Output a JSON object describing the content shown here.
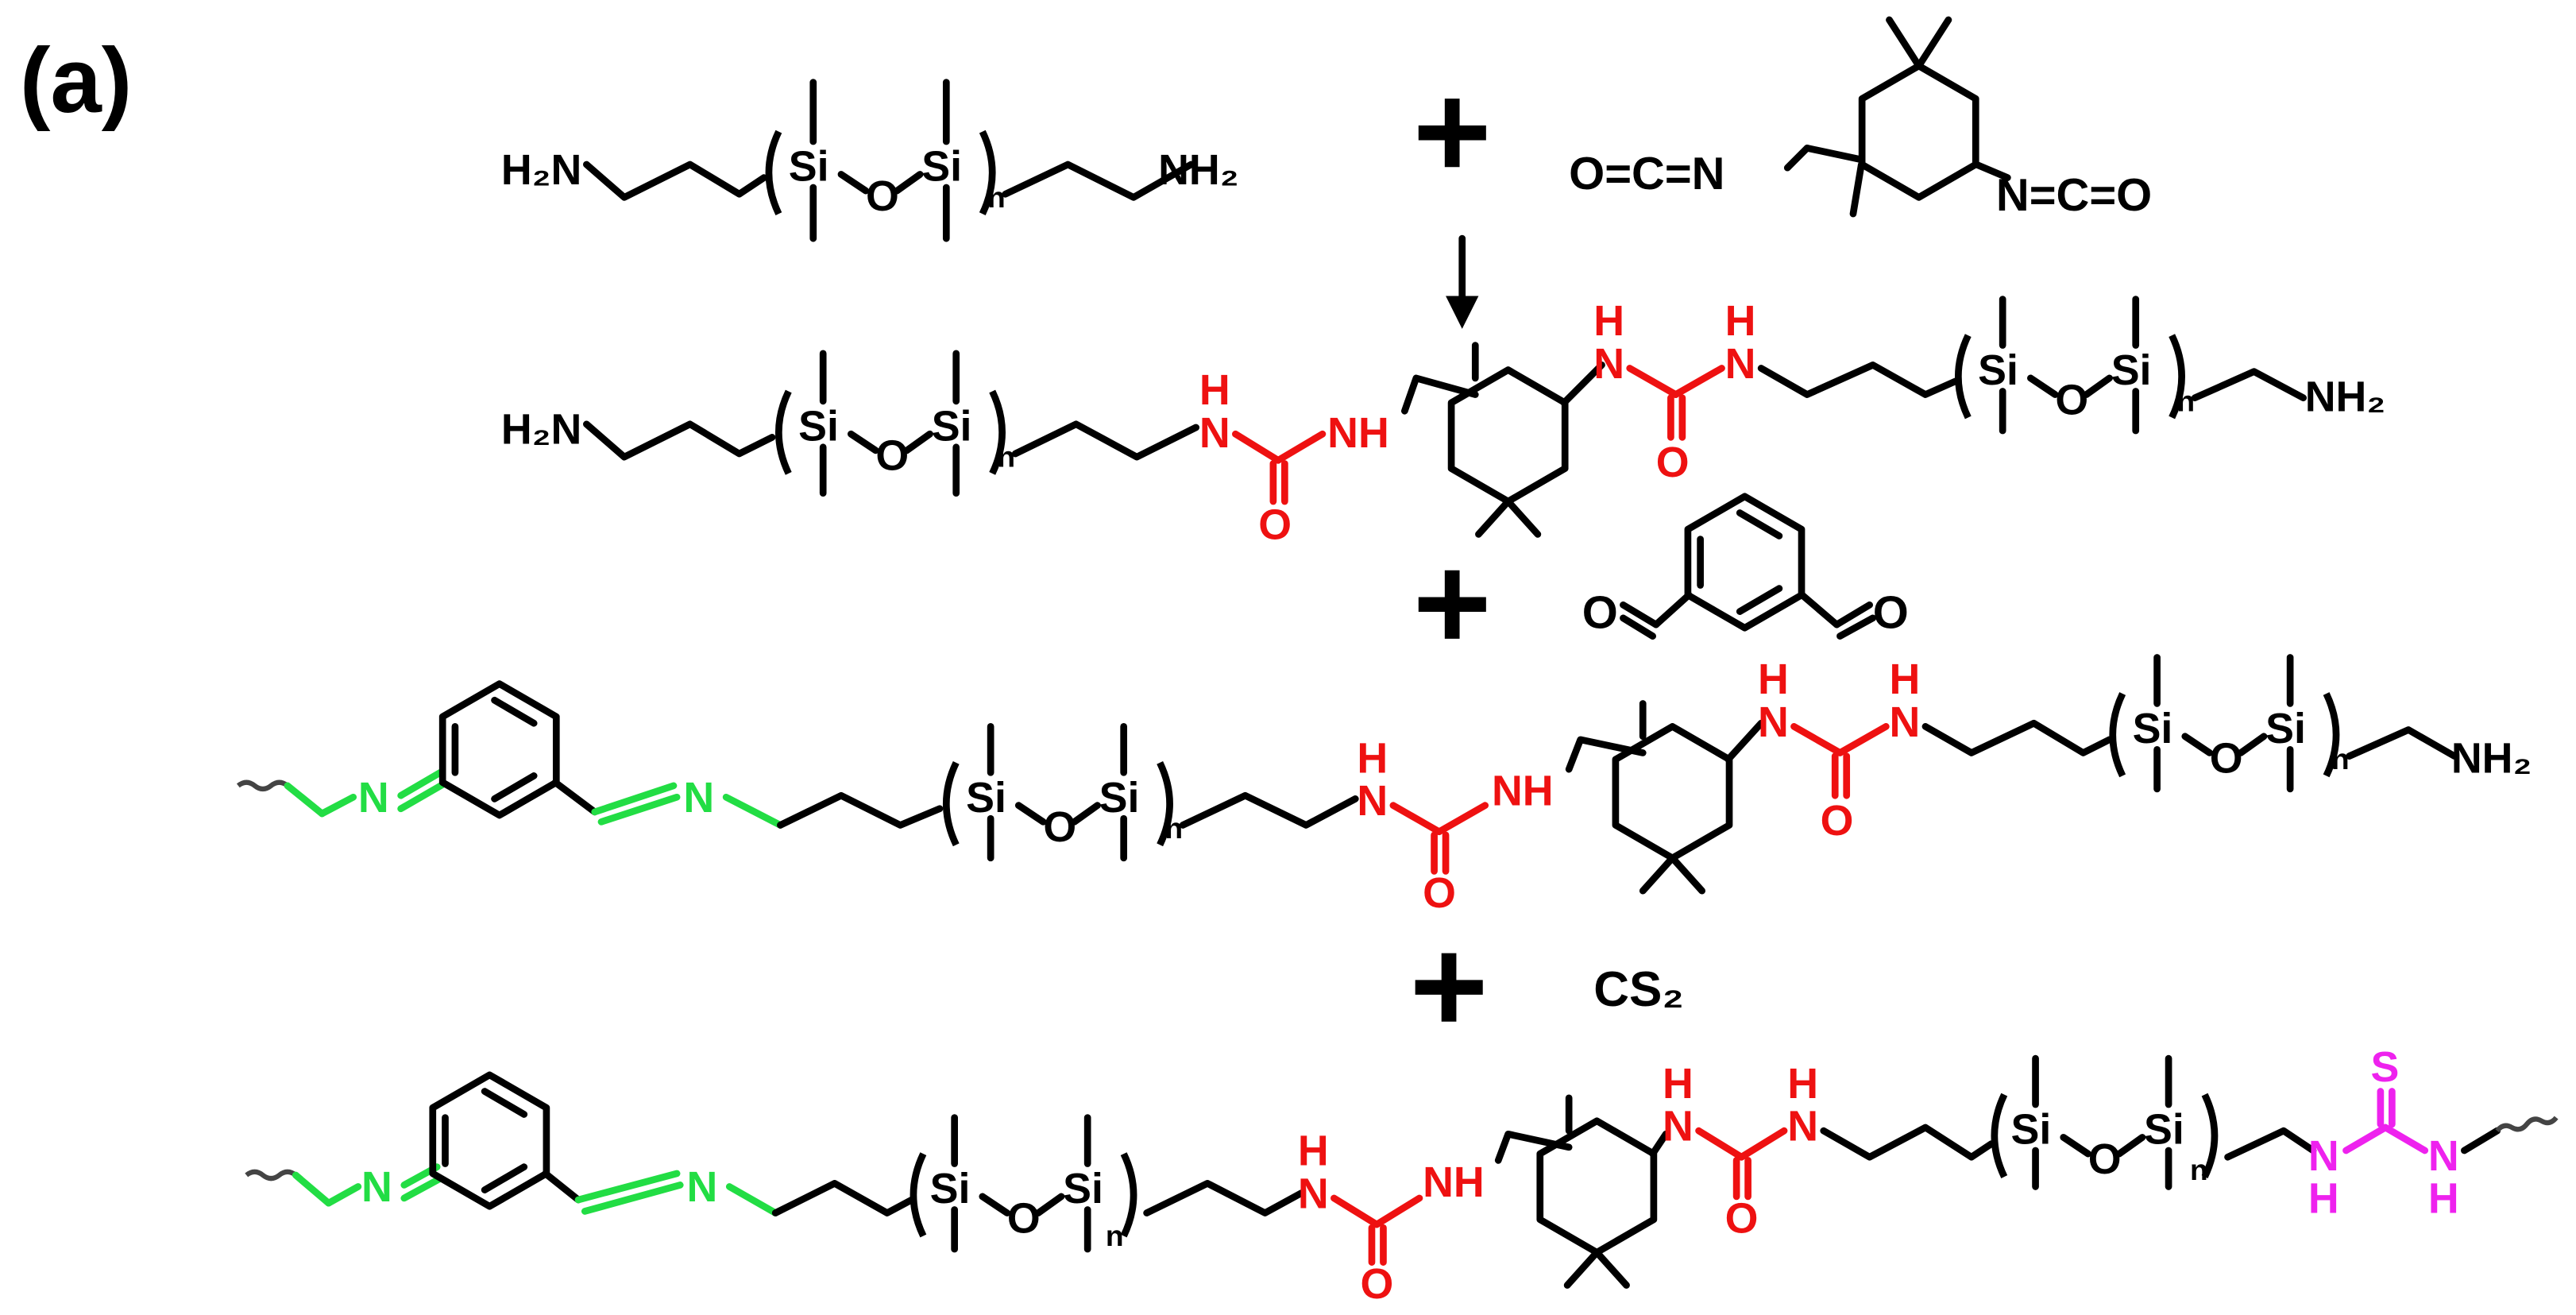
{
  "panel_label": "(a)",
  "colors": {
    "bond": "#000000",
    "urea": "#ee1111",
    "imine": "#22dd44",
    "thiourea": "#ee22ee"
  },
  "atoms": {
    "h2n": "H₂N",
    "nh2": "NH₂",
    "si": "Si",
    "o": "O",
    "n": "N",
    "nh": "NH",
    "h": "H",
    "c": "C",
    "s": "S",
    "repeat": "n"
  },
  "reagents": {
    "plus": "+",
    "diisocyanate_left": "O=C=N",
    "diisocyanate_right": "N=C=O",
    "cs2": "CS₂",
    "arrow": "↓"
  }
}
